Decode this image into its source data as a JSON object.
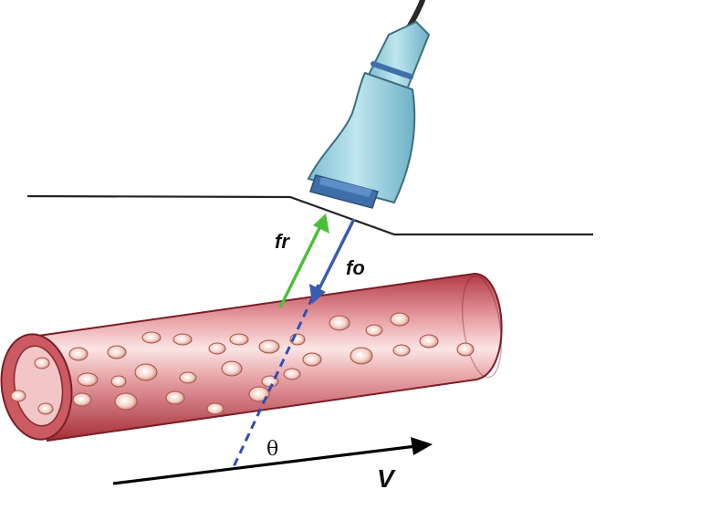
{
  "labels": {
    "fr": "fr",
    "fo": "fo",
    "theta": "θ",
    "velocity": "V"
  },
  "colors": {
    "received_arrow": "#4cbf3a",
    "transmitted_arrow": "#3a5bb0",
    "beam_line": "#2f4fb0",
    "vessel_dark": "#b83a44",
    "vessel_light": "#f6d2d2",
    "probe_body": "#9fd4e0",
    "probe_dark": "#4f86b8",
    "skin_line": "#222222",
    "velocity_arrow": "#000000"
  },
  "icons": [
    "ultrasound-probe-icon",
    "blood-vessel-icon"
  ]
}
